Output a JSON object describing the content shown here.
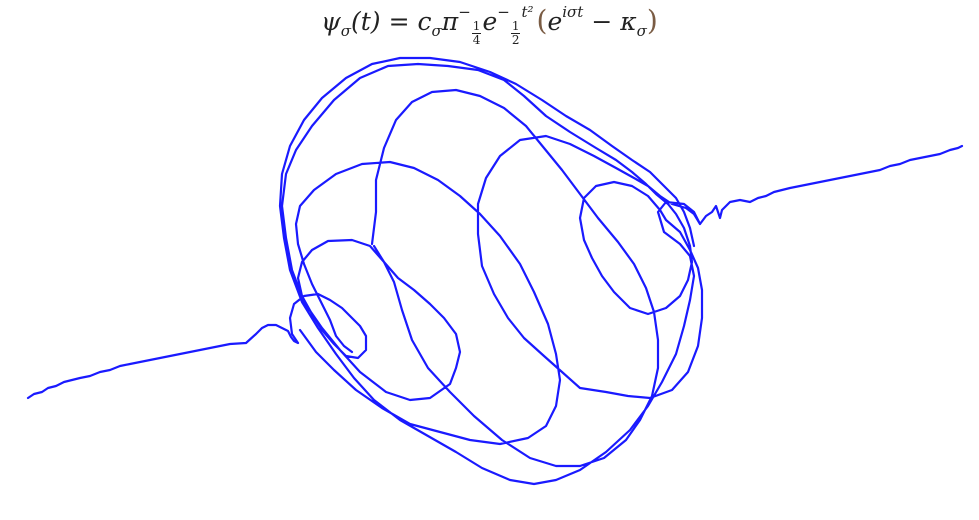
{
  "formula": {
    "psi": "ψ",
    "sigma_sub": "σ",
    "open_t": "(t)",
    "equals": "=",
    "c": "c",
    "pi": "π",
    "minus": "−",
    "one": "1",
    "four": "4",
    "e": "e",
    "two": "2",
    "t_sq": "t²",
    "lparen": "(",
    "e2": "e",
    "iot": "iσt",
    "kappa": "κ",
    "rparen": ")"
  },
  "colors": {
    "curve": "#1a1aff"
  }
}
